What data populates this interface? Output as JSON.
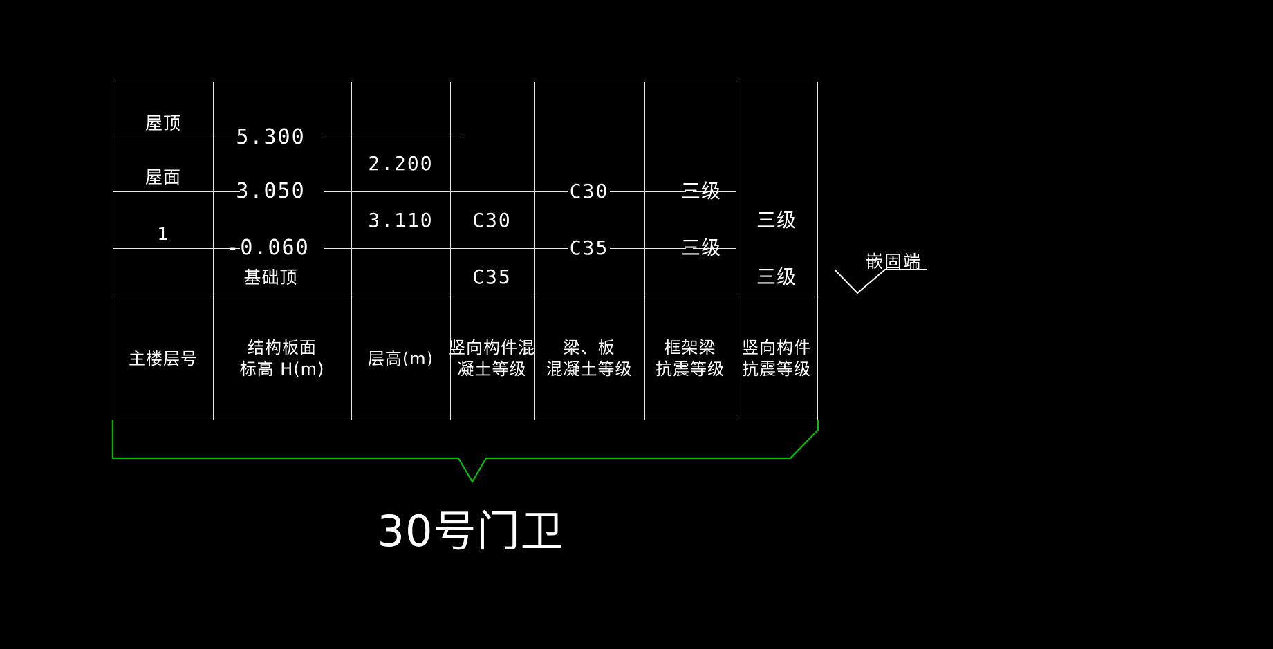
{
  "drawing": {
    "title": "30号门卫",
    "embed_label": "嵌固端",
    "accent_color": "#00c000",
    "line_color": "#e9e9e9",
    "background_color": "#000000"
  },
  "table": {
    "headers": [
      "主楼层号",
      "结构板面\n标高 H(m)",
      "层高(m)",
      "竖向构件混\n凝土等级",
      "梁、板\n混凝土等级",
      "框架梁\n抗震等级",
      "竖向构件\n抗震等级"
    ],
    "levels": [
      "屋顶",
      "屋面",
      "1"
    ],
    "elevations": [
      "5.300",
      "3.050",
      "-0.060"
    ],
    "foundation_label": "基础顶",
    "storey_heights": [
      "2.200",
      "3.110"
    ],
    "vertical_concrete": [
      "C30",
      "C35"
    ],
    "beam_slab_concrete": [
      "C30",
      "C35"
    ],
    "frame_beam_seismic": [
      "三级",
      "三级"
    ],
    "vertical_seismic": [
      "三级",
      "三级"
    ]
  },
  "chart_data": {
    "type": "table",
    "title": "30号门卫 结构层楼面标高、结构层高表",
    "columns": [
      "主楼层号",
      "结构板面标高 H(m)",
      "层高(m)",
      "竖向构件混凝土等级",
      "梁、板混凝土等级",
      "框架梁抗震等级",
      "竖向构件抗震等级"
    ],
    "rows": [
      {
        "level": "屋顶",
        "elevation": "5.300",
        "storey_height": "",
        "vertical_concrete": "",
        "beam_slab_concrete": "",
        "frame_beam_seismic": "",
        "vertical_seismic": ""
      },
      {
        "level": "屋面",
        "elevation": "3.050",
        "storey_height": "2.200",
        "vertical_concrete": "",
        "beam_slab_concrete": "C30",
        "frame_beam_seismic": "三级",
        "vertical_seismic": "三级"
      },
      {
        "level": "1",
        "elevation": "-0.060",
        "storey_height": "3.110",
        "vertical_concrete": "C30",
        "beam_slab_concrete": "C35",
        "frame_beam_seismic": "三级",
        "vertical_seismic": "三级"
      },
      {
        "level": "",
        "elevation": "基础顶",
        "storey_height": "",
        "vertical_concrete": "C35",
        "beam_slab_concrete": "",
        "frame_beam_seismic": "",
        "vertical_seismic": ""
      }
    ],
    "annotations": [
      "嵌固端"
    ]
  }
}
